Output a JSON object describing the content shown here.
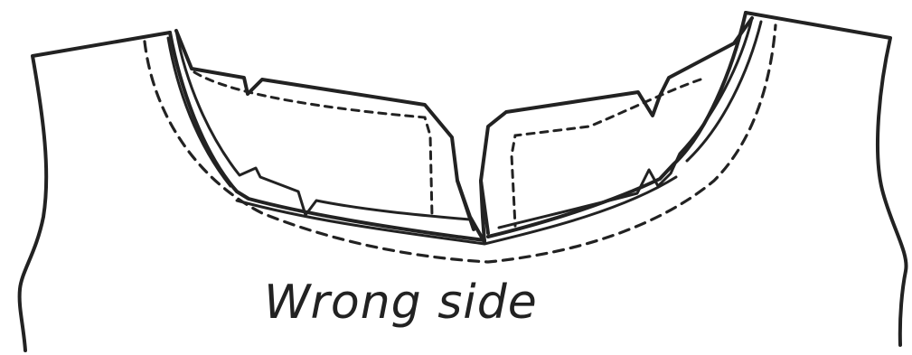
{
  "caption": "Wrong side",
  "colors": {
    "ink": "#222222",
    "paper": "#ffffff"
  },
  "parts": [
    "garment-front",
    "neckline-facing",
    "stitching-line",
    "centre-front-slit"
  ]
}
